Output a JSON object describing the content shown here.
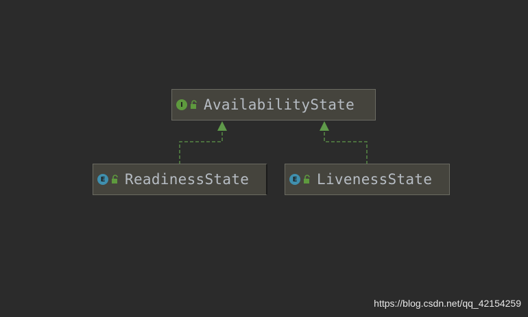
{
  "diagram": {
    "nodes": [
      {
        "id": "availability",
        "kind_badge": "I",
        "label": "AvailabilityState"
      },
      {
        "id": "readiness",
        "kind_badge": "E",
        "label": "ReadinessState"
      },
      {
        "id": "liveness",
        "kind_badge": "E",
        "label": "LivenessState"
      }
    ],
    "edges": [
      {
        "from": "readiness",
        "to": "availability",
        "type": "implements",
        "style": "dashed"
      },
      {
        "from": "liveness",
        "to": "availability",
        "type": "implements",
        "style": "dashed"
      }
    ],
    "icons": {
      "interface_badge": "interface-icon",
      "enum_badge": "enum-icon",
      "visibility": "unlock-icon"
    },
    "colors": {
      "background": "#2b2b2b",
      "node_fill": "#45443d",
      "node_border": "#6b6b62",
      "label_text": "#b6bcc3",
      "edge": "#5f9a4a",
      "interface_badge": "#5e9a3e",
      "enum_badge": "#3f8fae"
    }
  },
  "watermark": "https://blog.csdn.net/qq_42154259"
}
